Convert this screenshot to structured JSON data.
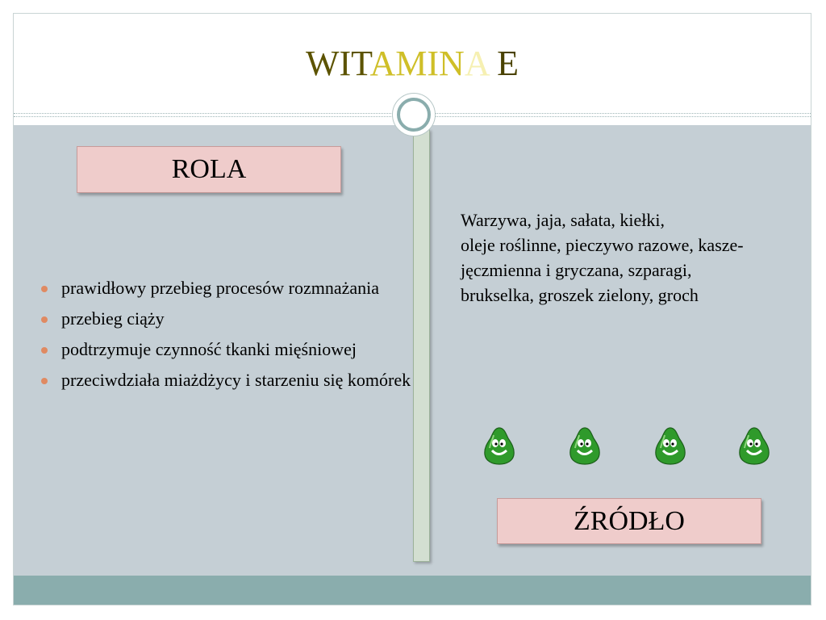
{
  "slide": {
    "title_parts": [
      "WIT",
      "AMIN",
      "A ",
      "E"
    ],
    "title_colors": [
      "#5c5300",
      "#cfbf28",
      "#f6f0b2",
      "#4a4200"
    ]
  },
  "left_panel": {
    "heading": "ROLA",
    "bullets": [
      "prawidłowy przebieg procesów rozmnażania",
      "przebieg ciąży",
      "podtrzymuje czynność tkanki mięśniowej",
      "przeciwdziała miażdżycy i starzeniu się komórek"
    ],
    "bullet_color": "#e08a62"
  },
  "right_panel": {
    "source_lines": [
      "Warzywa,  jaja,  sałata,  kiełki,",
      "oleje roślinne,  pieczywo razowe, kasze-",
      "jęczmienna i gryczana, szparagi,",
      "brukselka,  groszek zielony,  groch"
    ],
    "decorations": [
      "green-pear-icon",
      "green-pear-icon",
      "green-pear-icon",
      "green-pear-icon"
    ],
    "heading": "ŹRÓDŁO"
  },
  "colors": {
    "content_background": "#c5cfd5",
    "bottom_band": "#8aadad",
    "label_box": "#efcccb",
    "divider": "#d3dfd1",
    "pear_green": "#2f9a2b"
  }
}
